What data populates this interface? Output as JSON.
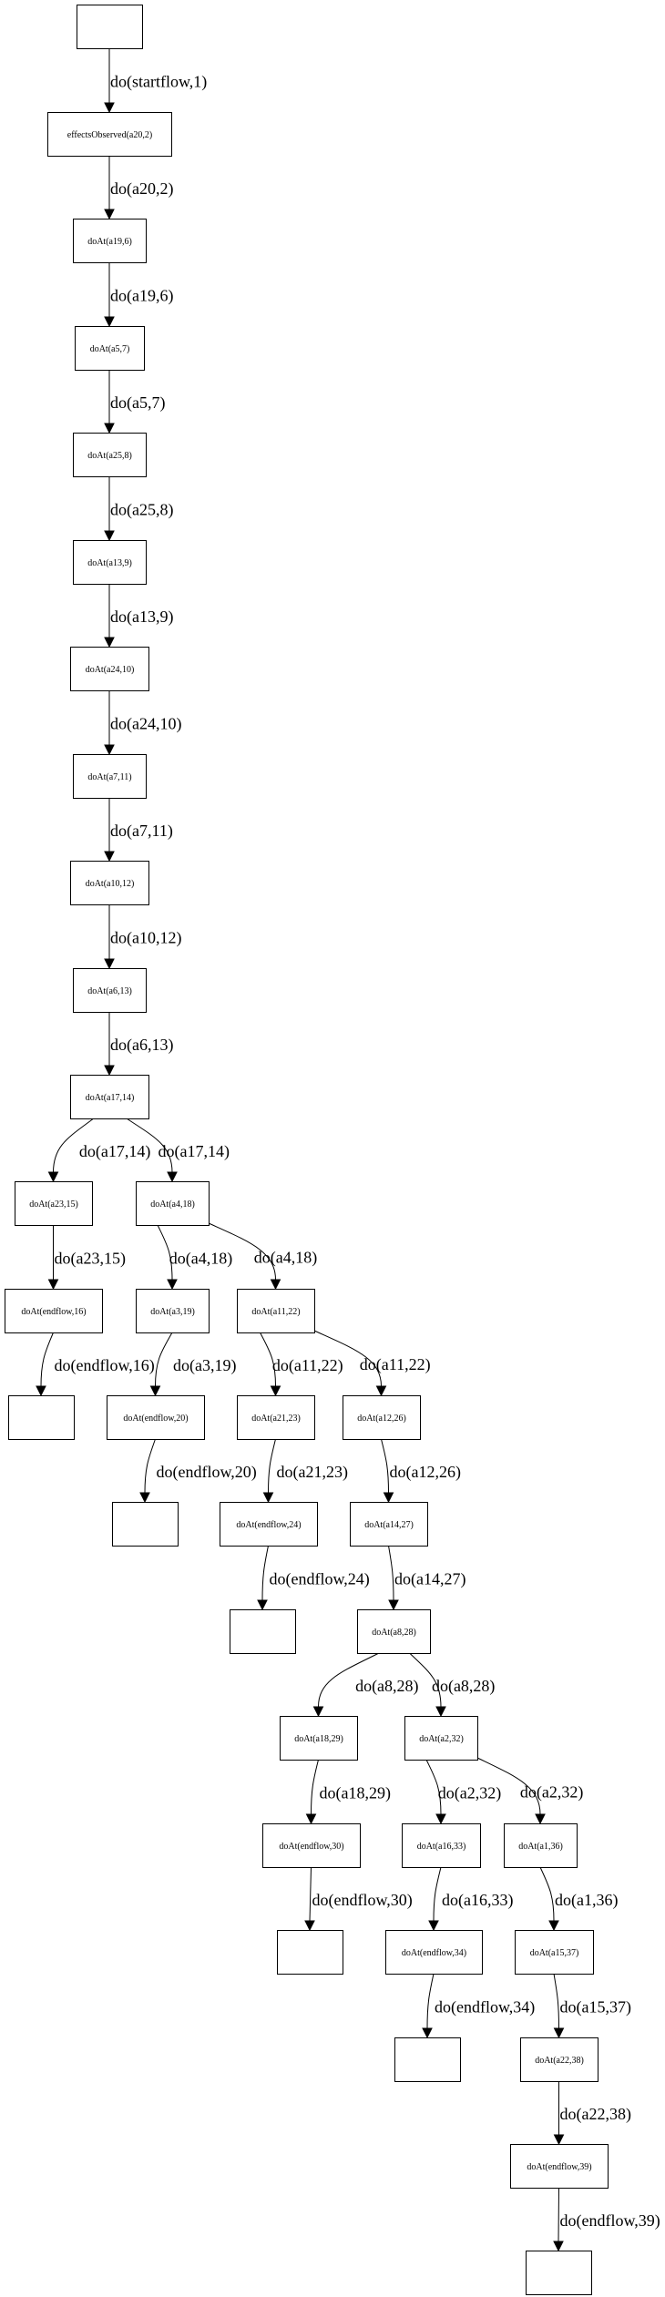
{
  "diagram": {
    "type": "directed-graph",
    "direction": "top-to-bottom",
    "nodes": [
      {
        "id": "n0",
        "label": ""
      },
      {
        "id": "n1",
        "label": "effectsObserved(a20,2)"
      },
      {
        "id": "n2",
        "label": "doAt(a19,6)"
      },
      {
        "id": "n3",
        "label": "doAt(a5,7)"
      },
      {
        "id": "n4",
        "label": "doAt(a25,8)"
      },
      {
        "id": "n5",
        "label": "doAt(a13,9)"
      },
      {
        "id": "n6",
        "label": "doAt(a24,10)"
      },
      {
        "id": "n7",
        "label": "doAt(a7,11)"
      },
      {
        "id": "n8",
        "label": "doAt(a10,12)"
      },
      {
        "id": "n9",
        "label": "doAt(a6,13)"
      },
      {
        "id": "n10",
        "label": "doAt(a17,14)"
      },
      {
        "id": "n11",
        "label": "doAt(a23,15)"
      },
      {
        "id": "n12",
        "label": "doAt(a4,18)"
      },
      {
        "id": "n13",
        "label": "doAt(endflow,16)"
      },
      {
        "id": "n14",
        "label": "doAt(a3,19)"
      },
      {
        "id": "n15",
        "label": "doAt(a11,22)"
      },
      {
        "id": "n16",
        "label": ""
      },
      {
        "id": "n17",
        "label": "doAt(endflow,20)"
      },
      {
        "id": "n18",
        "label": "doAt(a21,23)"
      },
      {
        "id": "n19",
        "label": "doAt(a12,26)"
      },
      {
        "id": "n20",
        "label": ""
      },
      {
        "id": "n21",
        "label": "doAt(endflow,24)"
      },
      {
        "id": "n22",
        "label": "doAt(a14,27)"
      },
      {
        "id": "n23",
        "label": ""
      },
      {
        "id": "n24",
        "label": "doAt(a8,28)"
      },
      {
        "id": "n25",
        "label": "doAt(a18,29)"
      },
      {
        "id": "n26",
        "label": "doAt(a2,32)"
      },
      {
        "id": "n27",
        "label": "doAt(endflow,30)"
      },
      {
        "id": "n28",
        "label": "doAt(a16,33)"
      },
      {
        "id": "n29",
        "label": "doAt(a1,36)"
      },
      {
        "id": "n30",
        "label": ""
      },
      {
        "id": "n31",
        "label": "doAt(endflow,34)"
      },
      {
        "id": "n32",
        "label": "doAt(a15,37)"
      },
      {
        "id": "n33",
        "label": ""
      },
      {
        "id": "n34",
        "label": "doAt(a22,38)"
      },
      {
        "id": "n35",
        "label": "doAt(endflow,39)"
      },
      {
        "id": "n36",
        "label": ""
      }
    ],
    "edges": [
      {
        "from": "n0",
        "to": "n1",
        "label": "do(startflow,1)"
      },
      {
        "from": "n1",
        "to": "n2",
        "label": "do(a20,2)"
      },
      {
        "from": "n2",
        "to": "n3",
        "label": "do(a19,6)"
      },
      {
        "from": "n3",
        "to": "n4",
        "label": "do(a5,7)"
      },
      {
        "from": "n4",
        "to": "n5",
        "label": "do(a25,8)"
      },
      {
        "from": "n5",
        "to": "n6",
        "label": "do(a13,9)"
      },
      {
        "from": "n6",
        "to": "n7",
        "label": "do(a24,10)"
      },
      {
        "from": "n7",
        "to": "n8",
        "label": "do(a7,11)"
      },
      {
        "from": "n8",
        "to": "n9",
        "label": "do(a10,12)"
      },
      {
        "from": "n9",
        "to": "n10",
        "label": "do(a6,13)"
      },
      {
        "from": "n10",
        "to": "n11",
        "label": "do(a17,14)"
      },
      {
        "from": "n10",
        "to": "n12",
        "label": "do(a17,14)"
      },
      {
        "from": "n11",
        "to": "n13",
        "label": "do(a23,15)"
      },
      {
        "from": "n12",
        "to": "n14",
        "label": "do(a4,18)"
      },
      {
        "from": "n12",
        "to": "n15",
        "label": "do(a4,18)"
      },
      {
        "from": "n13",
        "to": "n16",
        "label": "do(endflow,16)"
      },
      {
        "from": "n14",
        "to": "n17",
        "label": "do(a3,19)"
      },
      {
        "from": "n15",
        "to": "n18",
        "label": "do(a11,22)"
      },
      {
        "from": "n15",
        "to": "n19",
        "label": "do(a11,22)"
      },
      {
        "from": "n17",
        "to": "n20",
        "label": "do(endflow,20)"
      },
      {
        "from": "n18",
        "to": "n21",
        "label": "do(a21,23)"
      },
      {
        "from": "n19",
        "to": "n22",
        "label": "do(a12,26)"
      },
      {
        "from": "n21",
        "to": "n23",
        "label": "do(endflow,24)"
      },
      {
        "from": "n22",
        "to": "n24",
        "label": "do(a14,27)"
      },
      {
        "from": "n24",
        "to": "n25",
        "label": "do(a8,28)"
      },
      {
        "from": "n24",
        "to": "n26",
        "label": "do(a8,28)"
      },
      {
        "from": "n25",
        "to": "n27",
        "label": "do(a18,29)"
      },
      {
        "from": "n26",
        "to": "n28",
        "label": "do(a2,32)"
      },
      {
        "from": "n26",
        "to": "n29",
        "label": "do(a2,32)"
      },
      {
        "from": "n27",
        "to": "n30",
        "label": "do(endflow,30)"
      },
      {
        "from": "n28",
        "to": "n31",
        "label": "do(a16,33)"
      },
      {
        "from": "n29",
        "to": "n32",
        "label": "do(a1,36)"
      },
      {
        "from": "n31",
        "to": "n33",
        "label": "do(endflow,34)"
      },
      {
        "from": "n32",
        "to": "n34",
        "label": "do(a15,37)"
      },
      {
        "from": "n34",
        "to": "n35",
        "label": "do(a22,38)"
      },
      {
        "from": "n35",
        "to": "n36",
        "label": "do(endflow,39)"
      }
    ]
  }
}
